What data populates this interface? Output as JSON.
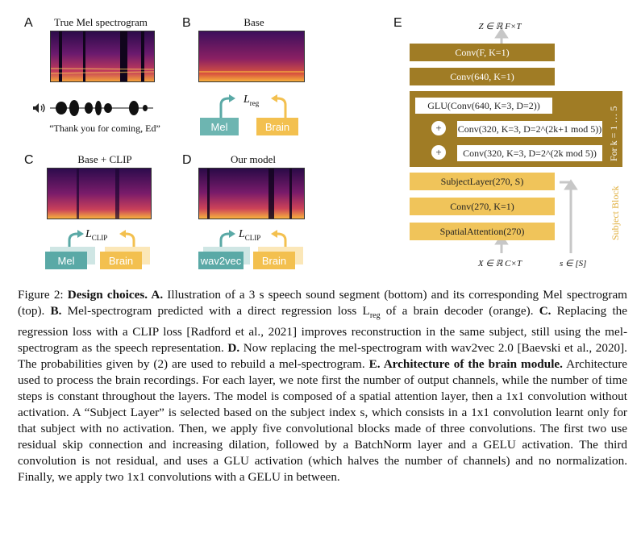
{
  "panels": {
    "A": {
      "letter": "A",
      "title": "True Mel spectrogram",
      "quote": "“Thank you for coming, Ed”"
    },
    "B": {
      "letter": "B",
      "title": "Base",
      "loss": "L",
      "loss_sub": "reg",
      "left_box": "Mel",
      "right_box": "Brain"
    },
    "C": {
      "letter": "C",
      "title": "Base + CLIP",
      "loss": "L",
      "loss_sub": "CLIP",
      "left_box": "Mel",
      "right_box": "Brain"
    },
    "D": {
      "letter": "D",
      "title": "Our model",
      "loss": "L",
      "loss_sub": "CLIP",
      "left_box": "wav2vec",
      "right_box": "Brain"
    },
    "E": {
      "letter": "E"
    }
  },
  "architecture": {
    "output": "Z ∈ ℝ F×T",
    "conv_f": "Conv(F, K=1)",
    "conv_640": "Conv(640, K=1)",
    "glu": "GLU(Conv(640, K=3, D=2))",
    "conv_320_a": "Conv(320, K=3, D=2^(2k+1 mod 5))",
    "conv_320_b": "Conv(320, K=3, D=2^(2k mod 5))",
    "plus": "+",
    "loop_label": "For k = 1 … 5",
    "subject_layer": "SubjectLayer(270, S)",
    "conv_270": "Conv(270, K=1)",
    "spatial": "SpatialAttention(270)",
    "subject_block": "Subject Block",
    "input": "X ∈ ℝ C×T",
    "subject_index": "s ∈ [S]"
  },
  "colors": {
    "dark_gold": "#a07c25",
    "light_gold": "#f0c45a",
    "teal": "#5aa9a6",
    "light_orange": "#f3c04f"
  },
  "caption": {
    "fig": "Figure 2: ",
    "head": "Design choices. A.",
    "a_text": " Illustration of a 3 s speech sound segment (bottom) and its corresponding Mel spectrogram (top). ",
    "b_head": "B.",
    "b_text": " Mel-spectrogram predicted with a direct regression loss L",
    "b_sub": "reg",
    "b_text2": " of a brain decoder (orange). ",
    "c_head": "C.",
    "c_text": " Replacing the regression loss with a CLIP loss [Radford et al., 2021] improves reconstruction in the same subject, still using the mel-spectrogram as the speech representation. ",
    "d_head": "D.",
    "d_text": " Now replacing the mel-spectrogram with wav2vec 2.0 [Baevski et al., 2020]. The probabilities given by (2) are used to rebuild a mel-spectrogram. ",
    "e_head": "E. Architecture of the brain module.",
    "e_text": " Architecture used to process the brain recordings. For each layer, we note first the number of output channels, while the number of time steps is constant throughout the layers. The model is composed of a spatial attention layer, then a 1x1 convolution without activation. A “Subject Layer” is selected based on the subject index s, which consists in a 1x1 convolution learnt only for that subject with no activation. Then, we apply five convolutional blocks made of three convolutions. The first two use residual skip connection and increasing dilation, followed by a BatchNorm layer and a GELU activation. The third convolution is not residual, and uses a GLU activation (which halves the number of channels) and no normalization. Finally, we apply two 1x1 convolutions with a GELU in between."
  }
}
